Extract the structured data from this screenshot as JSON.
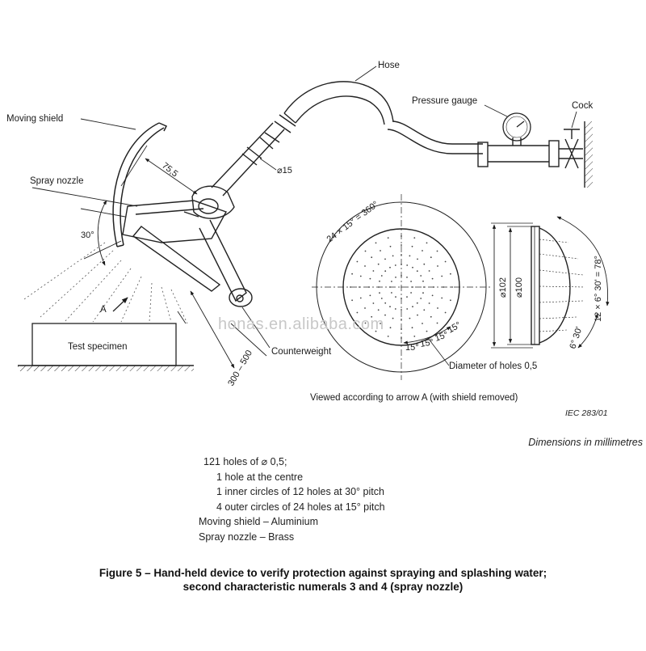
{
  "diagram": {
    "labels": {
      "hose": "Hose",
      "pressure_gauge": "Pressure gauge",
      "cock": "Cock",
      "moving_shield": "Moving shield",
      "spray_nozzle": "Spray nozzle",
      "test_specimen": "Test specimen",
      "counterweight": "Counterweight",
      "arrow_a": "A",
      "diameter_of_holes": "Diameter of holes 0,5",
      "viewed_note": "Viewed according to arrow A (with shield removed)",
      "iec_ref": "IEC   283/01",
      "units": "Dimensions in millimetres"
    },
    "dimensions": {
      "len_75_5": "75,5",
      "dia_15": "⌀15",
      "angle_30": "30°",
      "range_300_500": "300 – 500",
      "pitch_360": "24 × 15° = 360°",
      "pitch_15a": "15°",
      "pitch_15b": "15°",
      "pitch_15c": "15°",
      "pitch_15d": "15°",
      "dia_102": "⌀102",
      "dia_100": "⌀100",
      "angle_78": "12 × 6° 30' = 78°",
      "angle_6_30": "6° 30'"
    },
    "watermark": "honas.en.alibaba.com"
  },
  "notes": [
    "121 holes of ⌀ 0,5;",
    "1 hole at the centre",
    "1 inner circles of 12 holes at 30° pitch",
    "4 outer circles of 24 holes at 15° pitch",
    "Moving shield – Aluminium",
    "Spray nozzle – Brass"
  ],
  "caption": {
    "line1": "Figure 5 – Hand-held device to verify protection against spraying and splashing water;",
    "line2": "second characteristic numerals 3 and 4 (spray nozzle)"
  }
}
